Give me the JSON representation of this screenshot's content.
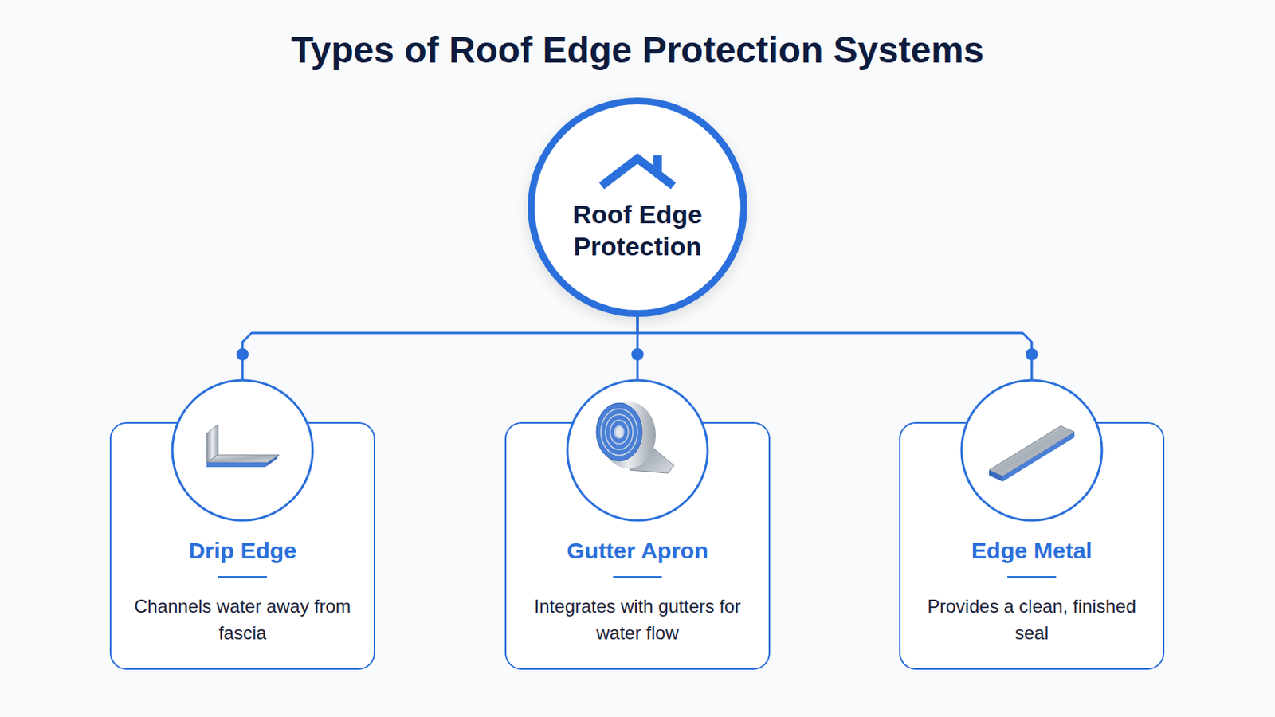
{
  "diagram": {
    "title": "Types of Roof Edge Protection Systems",
    "nodes": [
      {
        "text": [
          "Roof Edge Protection"
        ]
      },
      {
        "text": [
          "Drip Edge",
          "Channels water away from fascia"
        ]
      },
      {
        "text": [
          "Gutter Apron",
          "Integrates with gutters for water flow"
        ]
      },
      {
        "text": [
          "Edge Metal",
          "Provides a clean, finished seal"
        ]
      }
    ],
    "edges": [
      {
        "from": 0,
        "to": 1,
        "arrow": "none"
      },
      {
        "from": 0,
        "to": 2,
        "arrow": "none"
      },
      {
        "from": 0,
        "to": 3,
        "arrow": "none"
      }
    ]
  }
}
